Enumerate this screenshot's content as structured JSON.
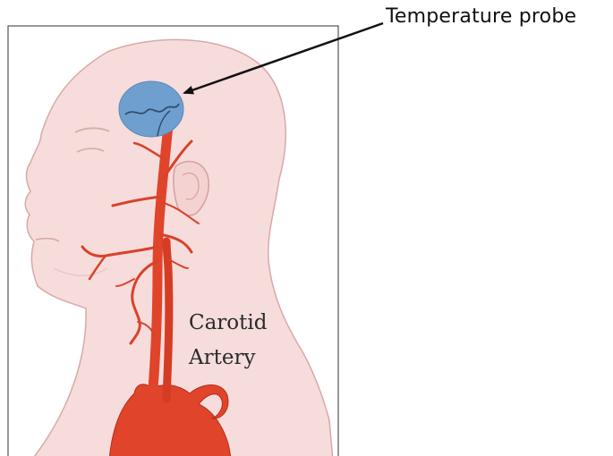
{
  "annotation": {
    "probe_label": "Temperature probe"
  },
  "illustration": {
    "artery_label_line1": "Carotid",
    "artery_label_line2": "Artery"
  },
  "colors": {
    "skin": "#f7dcdc",
    "skin_outline": "#d9a8a8",
    "artery": "#e0442a",
    "artery_dark": "#b5301c",
    "probe": "#6f9fce",
    "frame": "#555555"
  }
}
